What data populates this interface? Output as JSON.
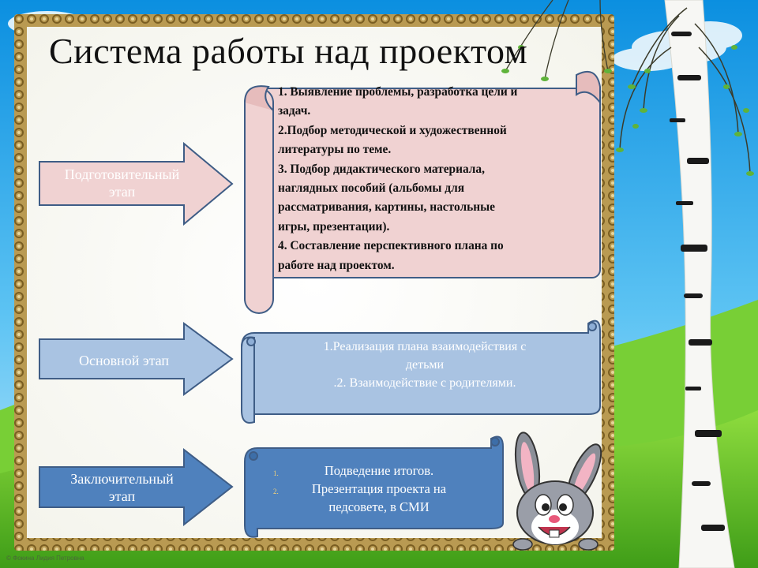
{
  "slide": {
    "title": "Система работы над проектом",
    "copyright": "© Фокина Лидия Петровна"
  },
  "stages": [
    {
      "label_lines": [
        "Подготовительный",
        "этап"
      ],
      "color": "#f0d2d2"
    },
    {
      "label_lines": [
        "Основной этап"
      ],
      "color": "#a9c3e2"
    },
    {
      "label_lines": [
        "Заключительный",
        "этап"
      ],
      "color": "#4f81bd"
    }
  ],
  "scroll1": {
    "lines": [
      "1. Выявление проблемы, разработка цели и",
      "задач.",
      "2.Подбор методической и художественной",
      "литературы по теме.",
      "3. Подбор дидактического материала,",
      "наглядных пособий (альбомы для",
      "рассматривания, картины, настольные",
      "игры, презентации).",
      "4. Составление перспективного плана по",
      "работе над проектом."
    ]
  },
  "scroll2": {
    "lines": [
      "1.Реализация плана  взаимодействия с",
      "детьми",
      ".2. Взаимодействие с родителями."
    ]
  },
  "scroll3": {
    "items": [
      {
        "num": "1.",
        "lines": [
          "Подведение итогов."
        ]
      },
      {
        "num": "2.",
        "lines": [
          "Презентация проекта на",
          "педсовете, в СМИ"
        ]
      }
    ]
  },
  "colors": {
    "frame": "#c8b070",
    "sky": "#2aa7e8",
    "grass": "#5bbf2a",
    "panel": "#ffffff"
  }
}
